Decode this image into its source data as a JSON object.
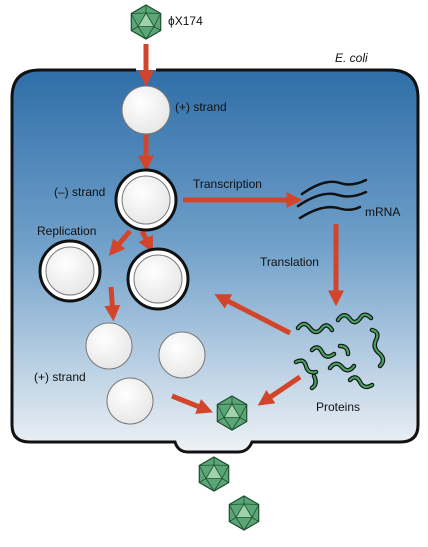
{
  "virus": {
    "name": "ϕX174"
  },
  "cell": {
    "name": "E. coli"
  },
  "labels": {
    "plus_strand_top": "(+) strand",
    "minus_strand": "(–) strand",
    "transcription": "Transcription",
    "mrna": "mRNA",
    "replication": "Replication",
    "translation": "Translation",
    "plus_strand_bottom": "(+) strand",
    "proteins": "Proteins"
  },
  "colors": {
    "cell_top": "#2f6ea8",
    "cell_bottom": "#e8eef4",
    "arrow": "#d2452a",
    "capsid": "#4f9a6a",
    "protein": "#3f8d56"
  }
}
